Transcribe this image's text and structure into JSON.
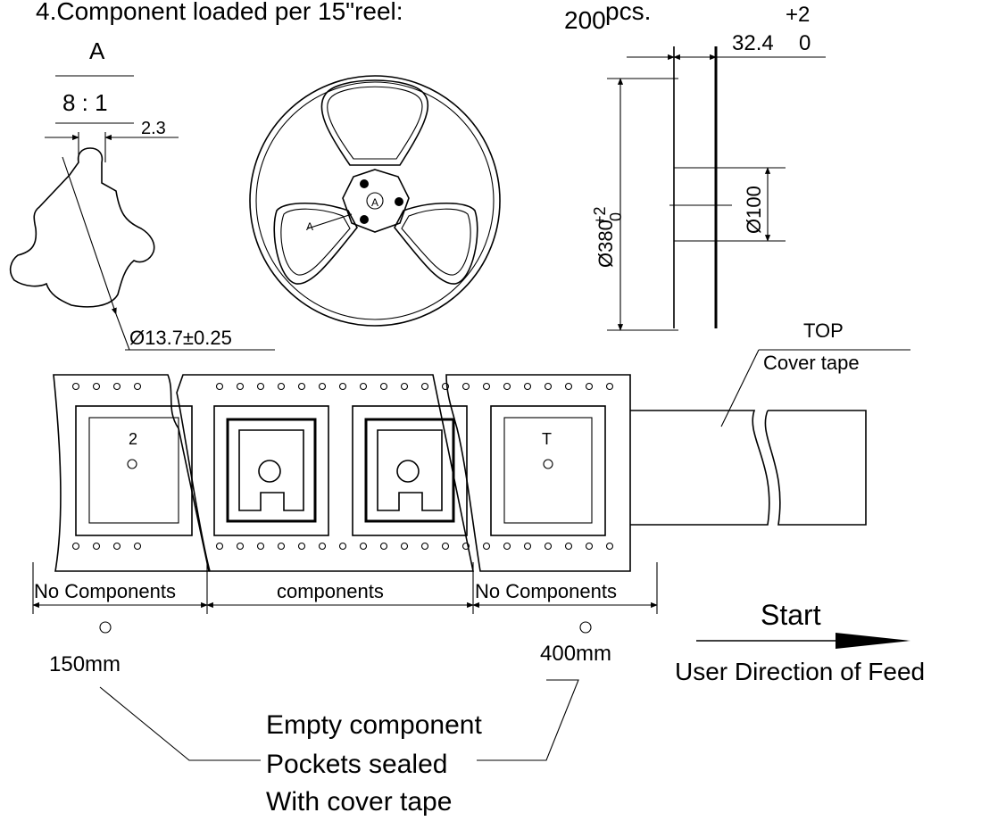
{
  "header": {
    "note": "4.Component loaded per 15\"reel:",
    "qty": "200",
    "unit": "pcs."
  },
  "detail": {
    "letter": "A",
    "scale": "8 : 1",
    "key_width": "2.3",
    "bore": "Ø13.7±0.25"
  },
  "reel_face": {
    "hub_label": "A"
  },
  "reel_side": {
    "width": "32.4",
    "width_tol_upper": "+2",
    "width_tol_lower": "0",
    "diameter": "Ø380",
    "diameter_tol_upper": "+2",
    "diameter_tol_lower": "0",
    "hub_diameter": "Ø100"
  },
  "tape": {
    "top_label": "TOP",
    "cover_label": "Cover tape",
    "pocket_mark_left": "2",
    "pocket_mark_right": "T"
  },
  "sections": {
    "leader": "No Components",
    "loaded": "components",
    "trailer": "No Components"
  },
  "lengths": {
    "leader": "150mm",
    "trailer": "400mm"
  },
  "feed": {
    "start": "Start",
    "direction": "User Direction of Feed"
  },
  "note_empty": {
    "line1": "Empty component",
    "line2": "Pockets sealed",
    "line3": "With cover tape"
  }
}
